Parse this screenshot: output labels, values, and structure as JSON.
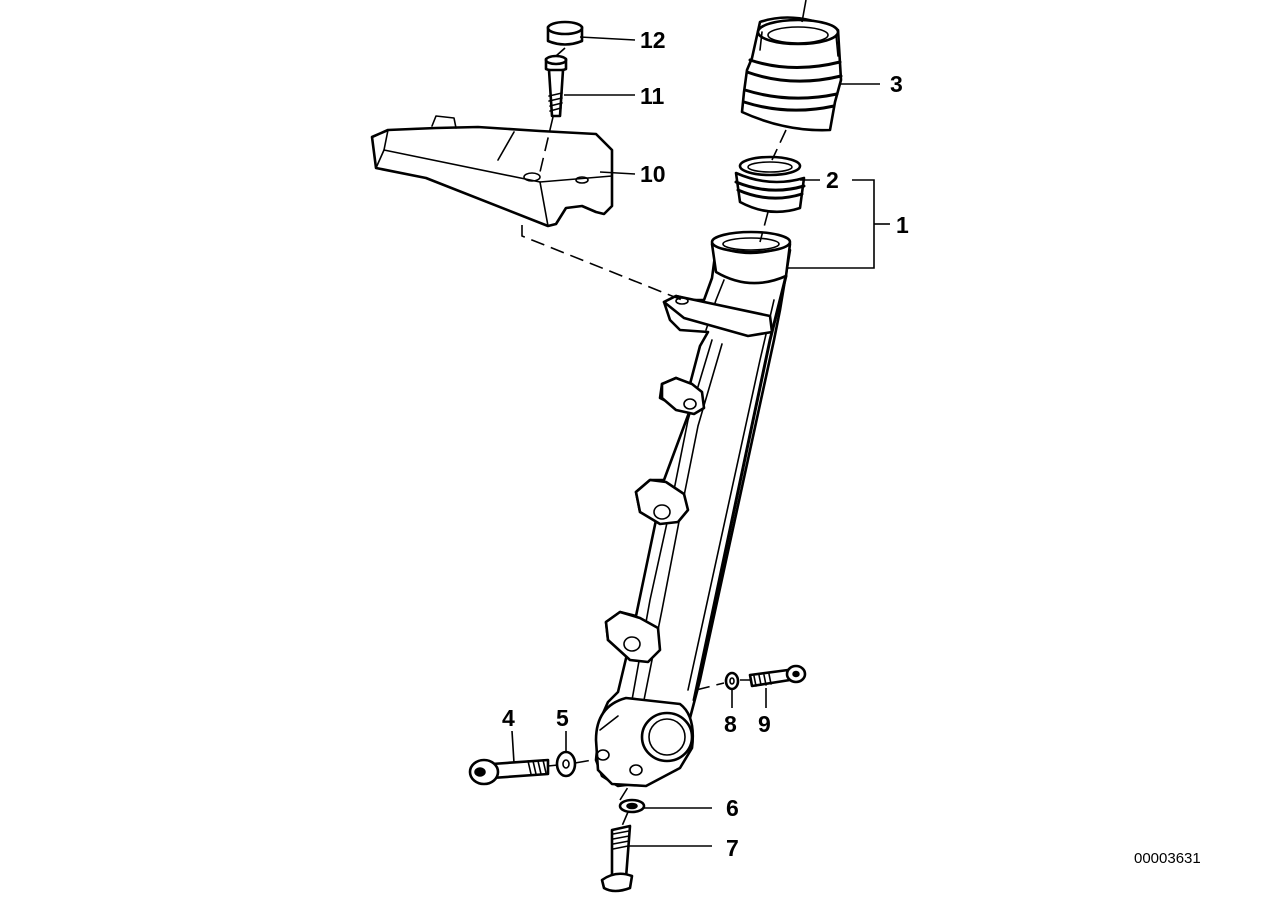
{
  "callouts": {
    "c1": "1",
    "c2": "2",
    "c3": "3",
    "c4": "4",
    "c5": "5",
    "c6": "6",
    "c7": "7",
    "c8": "8",
    "c9": "9",
    "c10": "10",
    "c11": "11",
    "c12": "12"
  },
  "document_number": "00003631"
}
